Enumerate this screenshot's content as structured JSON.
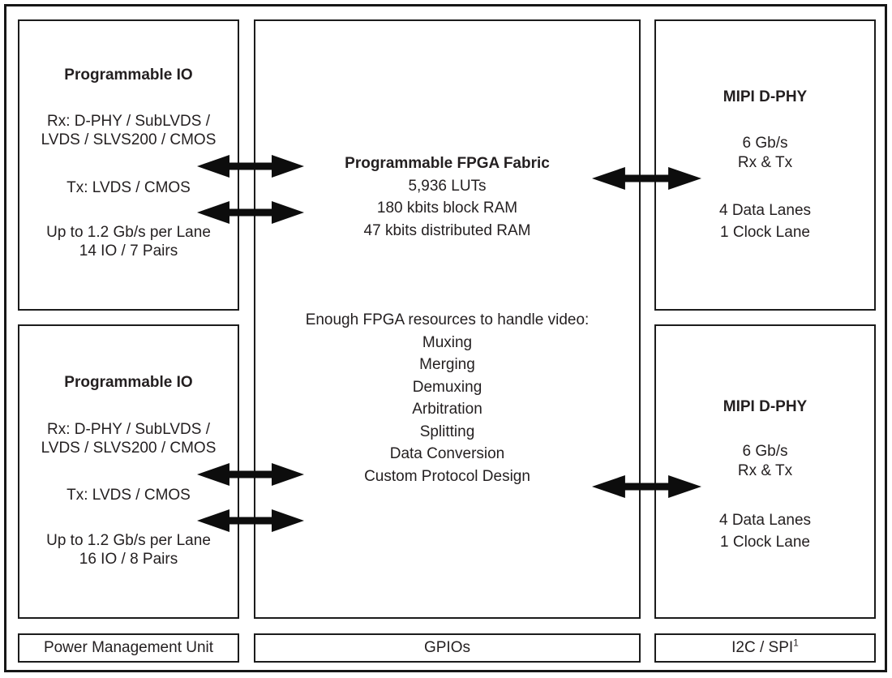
{
  "io_top": {
    "title": "Programmable IO",
    "rx_line1": "Rx: D-PHY / SubLVDS /",
    "rx_line2": "LVDS / SLVS200 / CMOS",
    "tx": "Tx: LVDS / CMOS",
    "rate": "Up to 1.2 Gb/s per Lane",
    "pairs": "14 IO / 7 Pairs"
  },
  "io_bottom": {
    "title": "Programmable IO",
    "rx_line1": "Rx: D-PHY / SubLVDS /",
    "rx_line2": "LVDS / SLVS200 / CMOS",
    "tx": "Tx: LVDS / CMOS",
    "rate": "Up to 1.2 Gb/s per Lane",
    "pairs": "16 IO / 8 Pairs"
  },
  "fabric": {
    "title": "Programmable FPGA Fabric",
    "luts": "5,936 LUTs",
    "block_ram": "180 kbits block RAM",
    "dist_ram": "47 kbits distributed RAM",
    "resources_header": "Enough FPGA resources to handle video:",
    "resources": [
      "Muxing",
      "Merging",
      "Demuxing",
      "Arbitration",
      "Splitting",
      "Data Conversion",
      "Custom Protocol Design"
    ]
  },
  "mipi_top": {
    "title": "MIPI D-PHY",
    "speed": "6 Gb/s",
    "rxtx": "Rx & Tx",
    "data_lanes": "4 Data Lanes",
    "clock_lane": "1 Clock Lane"
  },
  "mipi_bottom": {
    "title": "MIPI D-PHY",
    "speed": "6 Gb/s",
    "rxtx": "Rx & Tx",
    "data_lanes": "4 Data Lanes",
    "clock_lane": "1 Clock Lane"
  },
  "bottom_row": {
    "pmu": "Power Management Unit",
    "gpios": "GPIOs",
    "i2c_spi": "I2C / SPI",
    "i2c_spi_superscript": "1"
  },
  "colors": {
    "line": "#1c1c1c",
    "arrow": "#0d0d0d",
    "background": "#ffffff",
    "text": "#231f20"
  }
}
